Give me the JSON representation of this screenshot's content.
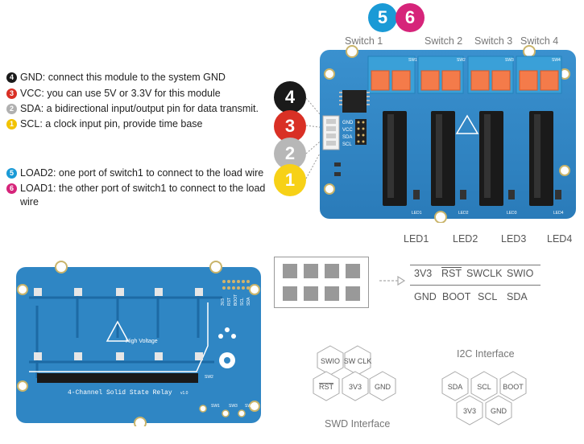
{
  "legend": [
    {
      "num": "4",
      "color": "#1a1a1a",
      "text": "GND: connect this module to the system GND"
    },
    {
      "num": "3",
      "color": "#d93025",
      "text": "VCC: you can use 5V or 3.3V for this module"
    },
    {
      "num": "2",
      "color": "#b0b0b0",
      "text": "SDA: a bidirectional input/output pin for data transmit."
    },
    {
      "num": "1",
      "color": "#f2c300",
      "text": "SCL:  a clock input pin, provide time base"
    },
    {
      "num": "5",
      "color": "#1a9ad6",
      "text": "LOAD2: one port of switch1 to connect to the load wire"
    },
    {
      "num": "6",
      "color": "#d6247a",
      "text": "LOAD1: the other port of switch1 to connect to the load wire"
    }
  ],
  "big_numbers": {
    "n4": "4",
    "n3": "3",
    "n2": "2",
    "n1": "1",
    "n5": "5",
    "n6": "6"
  },
  "switches": [
    "Switch 1",
    "Switch 2",
    "Switch 3",
    "Switch 4"
  ],
  "leds": [
    "LED1",
    "LED2",
    "LED3",
    "LED4"
  ],
  "header_pins": {
    "top": [
      "3V3",
      "RST",
      "SWCLK",
      "SWIO"
    ],
    "bottom": [
      "GND",
      "BOOT",
      "SCL",
      "SDA"
    ]
  },
  "board_top": {
    "pin_labels": [
      "GND",
      "VCC",
      "SDA",
      "SCL"
    ],
    "switch_silk": [
      "SW1",
      "SW2",
      "SW3",
      "SW4"
    ],
    "led_silk": [
      "LED1",
      "LED2",
      "LED3",
      "LED4"
    ]
  },
  "board_bottom": {
    "warning": "High Voltage",
    "title": "4-Channel Solid State Relay",
    "version": "v1.0",
    "pins": [
      "3V3",
      "RST",
      "BOOT",
      "SCL",
      "SDA"
    ],
    "sw_labels": [
      "SW1",
      "SW2",
      "SW3",
      "SW4"
    ]
  },
  "swd": {
    "label": "SWD Interface",
    "hexes": [
      "SWIO",
      "SW CLK",
      "RST",
      "3V3",
      "GND"
    ]
  },
  "i2c": {
    "label": "I2C Interface",
    "hexes": [
      "SDA",
      "SCL",
      "BOOT",
      "3V3",
      "GND"
    ]
  },
  "colors": {
    "pcb": "#2f86c4",
    "pcb_dark": "#1d6aa5",
    "terminal": "#3aa0d8",
    "orange": "#f47b4a"
  }
}
